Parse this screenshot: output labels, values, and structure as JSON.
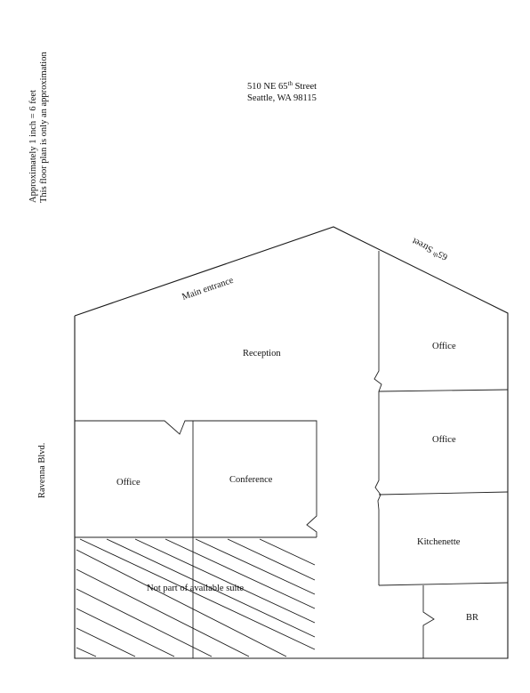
{
  "address": {
    "street_prefix": "510 NE 65",
    "street_sup": "th",
    "street_suffix": " Street",
    "city": "Seattle, WA  98115"
  },
  "notes": {
    "scale": "Approximately 1 inch = 6 feet",
    "disclaimer": "This floor plan is only an approximation"
  },
  "streets": {
    "west": "Ravenna Blvd.",
    "north_prefix": "65",
    "north_sup": "th",
    "north_suffix": " Street"
  },
  "labels": {
    "main_entrance": "Main entrance",
    "reception": "Reception",
    "office_west": "Office",
    "conference": "Conference",
    "office_north": "Office",
    "office_east": "Office",
    "kitchenette": "Kitchenette",
    "br": "BR",
    "excluded": "Not part of available suite"
  }
}
